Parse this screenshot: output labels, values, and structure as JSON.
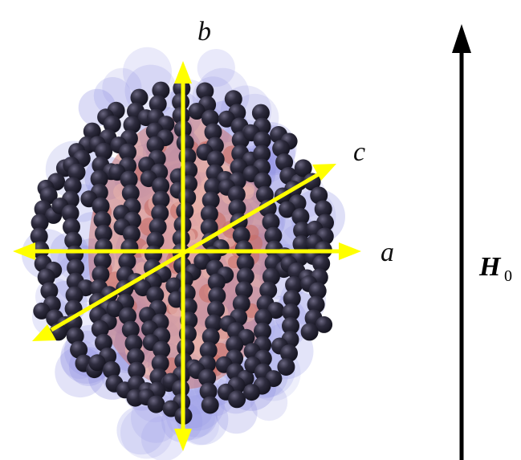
{
  "diagram": {
    "axes": [
      {
        "id": "a",
        "label": "a"
      },
      {
        "id": "b",
        "label": "b"
      },
      {
        "id": "c",
        "label": "c"
      }
    ],
    "field": {
      "symbol": "H",
      "subscript": "0"
    }
  },
  "colors": {
    "halo": "#8a8ce0",
    "halo_dark": "#6d70d4",
    "core": "#d98c86",
    "core_dark": "#b85f5a",
    "bead": "#2a2838",
    "bead_highlight": "#6a6680",
    "axis_arrow": "#ffff00",
    "field_arrow": "#000000"
  }
}
